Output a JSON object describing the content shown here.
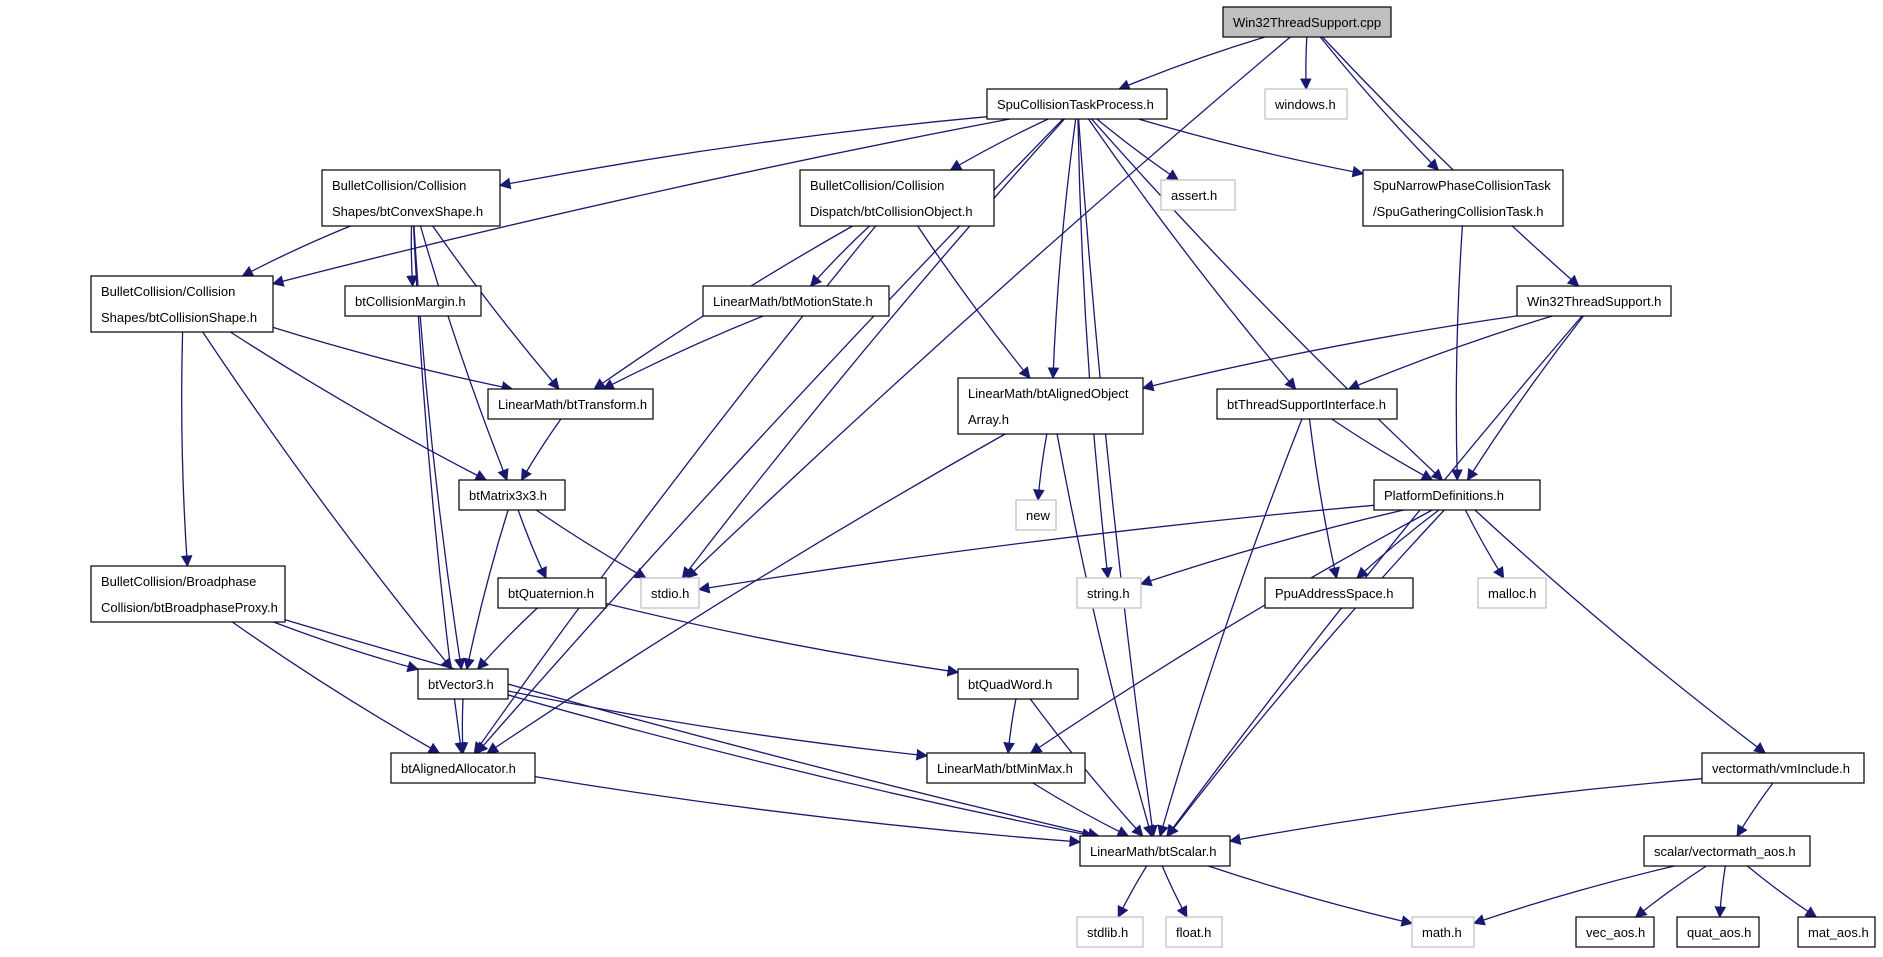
{
  "graph": {
    "colors": {
      "edge": "#191970",
      "node_border_local": "#000000",
      "node_border_system": "#bfbfbf",
      "root_fill": "#bfbfbf",
      "node_fill": "#ffffff"
    },
    "nodes": [
      {
        "id": "root",
        "lines": [
          "Win32ThreadSupport.cpp"
        ],
        "kind": "root"
      },
      {
        "id": "spucoll",
        "lines": [
          "SpuCollisionTaskProcess.h"
        ],
        "kind": "local"
      },
      {
        "id": "windows",
        "lines": [
          "windows.h"
        ],
        "kind": "system"
      },
      {
        "id": "convex",
        "lines": [
          "BulletCollision/Collision",
          "Shapes/btConvexShape.h"
        ],
        "kind": "local"
      },
      {
        "id": "collobj",
        "lines": [
          "BulletCollision/Collision",
          "Dispatch/btCollisionObject.h"
        ],
        "kind": "local"
      },
      {
        "id": "assert",
        "lines": [
          "assert.h"
        ],
        "kind": "system"
      },
      {
        "id": "spunarrow",
        "lines": [
          "SpuNarrowPhaseCollisionTask",
          "/SpuGatheringCollisionTask.h"
        ],
        "kind": "local"
      },
      {
        "id": "collshape",
        "lines": [
          "BulletCollision/Collision",
          "Shapes/btCollisionShape.h"
        ],
        "kind": "local"
      },
      {
        "id": "margin",
        "lines": [
          "btCollisionMargin.h"
        ],
        "kind": "local"
      },
      {
        "id": "motion",
        "lines": [
          "LinearMath/btMotionState.h"
        ],
        "kind": "local"
      },
      {
        "id": "w32ts",
        "lines": [
          "Win32ThreadSupport.h"
        ],
        "kind": "local"
      },
      {
        "id": "transform",
        "lines": [
          "LinearMath/btTransform.h"
        ],
        "kind": "local"
      },
      {
        "id": "aligned",
        "lines": [
          "LinearMath/btAlignedObject",
          "Array.h"
        ],
        "kind": "local"
      },
      {
        "id": "tsi",
        "lines": [
          "btThreadSupportInterface.h"
        ],
        "kind": "local"
      },
      {
        "id": "matrix",
        "lines": [
          "btMatrix3x3.h"
        ],
        "kind": "local"
      },
      {
        "id": "new",
        "lines": [
          "new"
        ],
        "kind": "system"
      },
      {
        "id": "platform",
        "lines": [
          "PlatformDefinitions.h"
        ],
        "kind": "local"
      },
      {
        "id": "broad",
        "lines": [
          "BulletCollision/Broadphase",
          "Collision/btBroadphaseProxy.h"
        ],
        "kind": "local"
      },
      {
        "id": "quat",
        "lines": [
          "btQuaternion.h"
        ],
        "kind": "local"
      },
      {
        "id": "stdio",
        "lines": [
          "stdio.h"
        ],
        "kind": "system"
      },
      {
        "id": "string",
        "lines": [
          "string.h"
        ],
        "kind": "system"
      },
      {
        "id": "ppu",
        "lines": [
          "PpuAddressSpace.h"
        ],
        "kind": "local"
      },
      {
        "id": "malloc",
        "lines": [
          "malloc.h"
        ],
        "kind": "system"
      },
      {
        "id": "vector3",
        "lines": [
          "btVector3.h"
        ],
        "kind": "local"
      },
      {
        "id": "quadword",
        "lines": [
          "btQuadWord.h"
        ],
        "kind": "local"
      },
      {
        "id": "allocator",
        "lines": [
          "btAlignedAllocator.h"
        ],
        "kind": "local"
      },
      {
        "id": "minmax",
        "lines": [
          "LinearMath/btMinMax.h"
        ],
        "kind": "local"
      },
      {
        "id": "vminc",
        "lines": [
          "vectormath/vmInclude.h"
        ],
        "kind": "local"
      },
      {
        "id": "scalar",
        "lines": [
          "LinearMath/btScalar.h"
        ],
        "kind": "local"
      },
      {
        "id": "vmaos",
        "lines": [
          "scalar/vectormath_aos.h"
        ],
        "kind": "local"
      },
      {
        "id": "stdlib",
        "lines": [
          "stdlib.h"
        ],
        "kind": "system"
      },
      {
        "id": "float",
        "lines": [
          "float.h"
        ],
        "kind": "system"
      },
      {
        "id": "math",
        "lines": [
          "math.h"
        ],
        "kind": "system"
      },
      {
        "id": "vecaos",
        "lines": [
          "vec_aos.h"
        ],
        "kind": "local"
      },
      {
        "id": "quataos",
        "lines": [
          "quat_aos.h"
        ],
        "kind": "local"
      },
      {
        "id": "mataos",
        "lines": [
          "mat_aos.h"
        ],
        "kind": "local"
      }
    ],
    "edges": [
      [
        "root",
        "spucoll"
      ],
      [
        "root",
        "windows"
      ],
      [
        "root",
        "spunarrow"
      ],
      [
        "root",
        "w32ts"
      ],
      [
        "root",
        "stdio"
      ],
      [
        "spucoll",
        "convex"
      ],
      [
        "spucoll",
        "collobj"
      ],
      [
        "spucoll",
        "assert"
      ],
      [
        "spucoll",
        "spunarrow"
      ],
      [
        "spucoll",
        "collshape"
      ],
      [
        "spucoll",
        "aligned"
      ],
      [
        "spucoll",
        "tsi"
      ],
      [
        "spucoll",
        "platform"
      ],
      [
        "spucoll",
        "stdio"
      ],
      [
        "spucoll",
        "string"
      ],
      [
        "spucoll",
        "scalar"
      ],
      [
        "spucoll",
        "allocator"
      ],
      [
        "convex",
        "collshape"
      ],
      [
        "convex",
        "margin"
      ],
      [
        "convex",
        "transform"
      ],
      [
        "convex",
        "matrix"
      ],
      [
        "convex",
        "vector3"
      ],
      [
        "convex",
        "allocator"
      ],
      [
        "collobj",
        "motion"
      ],
      [
        "collobj",
        "transform"
      ],
      [
        "collobj",
        "aligned"
      ],
      [
        "collobj",
        "allocator"
      ],
      [
        "spunarrow",
        "platform"
      ],
      [
        "collshape",
        "transform"
      ],
      [
        "collshape",
        "matrix"
      ],
      [
        "collshape",
        "broad"
      ],
      [
        "collshape",
        "vector3"
      ],
      [
        "motion",
        "transform"
      ],
      [
        "w32ts",
        "aligned"
      ],
      [
        "w32ts",
        "tsi"
      ],
      [
        "w32ts",
        "platform"
      ],
      [
        "w32ts",
        "scalar"
      ],
      [
        "transform",
        "matrix"
      ],
      [
        "aligned",
        "new"
      ],
      [
        "aligned",
        "allocator"
      ],
      [
        "aligned",
        "scalar"
      ],
      [
        "tsi",
        "platform"
      ],
      [
        "tsi",
        "ppu"
      ],
      [
        "tsi",
        "scalar"
      ],
      [
        "matrix",
        "quat"
      ],
      [
        "matrix",
        "vector3"
      ],
      [
        "matrix",
        "stdio"
      ],
      [
        "platform",
        "stdio"
      ],
      [
        "platform",
        "string"
      ],
      [
        "platform",
        "ppu"
      ],
      [
        "platform",
        "malloc"
      ],
      [
        "platform",
        "minmax"
      ],
      [
        "platform",
        "scalar"
      ],
      [
        "platform",
        "vminc"
      ],
      [
        "broad",
        "vector3"
      ],
      [
        "broad",
        "allocator"
      ],
      [
        "broad",
        "scalar"
      ],
      [
        "quat",
        "vector3"
      ],
      [
        "quat",
        "quadword"
      ],
      [
        "vector3",
        "allocator"
      ],
      [
        "vector3",
        "minmax"
      ],
      [
        "vector3",
        "scalar"
      ],
      [
        "quadword",
        "minmax"
      ],
      [
        "quadword",
        "scalar"
      ],
      [
        "allocator",
        "scalar"
      ],
      [
        "minmax",
        "scalar"
      ],
      [
        "vminc",
        "scalar"
      ],
      [
        "vminc",
        "vmaos"
      ],
      [
        "scalar",
        "stdlib"
      ],
      [
        "scalar",
        "float"
      ],
      [
        "scalar",
        "math"
      ],
      [
        "vmaos",
        "math"
      ],
      [
        "vmaos",
        "vecaos"
      ],
      [
        "vmaos",
        "quataos"
      ],
      [
        "vmaos",
        "mataos"
      ]
    ]
  }
}
